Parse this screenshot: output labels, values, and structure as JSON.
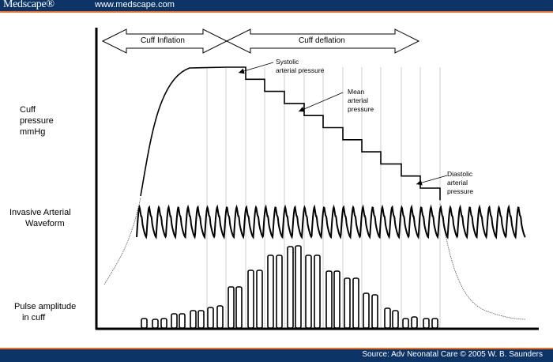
{
  "header": {
    "logo": "Medscape®",
    "url": "www.medscape.com"
  },
  "footer": {
    "source": "Source: Adv Neonatal Care © 2005 W. B. Saunders"
  },
  "diagram": {
    "phase_arrows": [
      "Cuff Inflation",
      "Cuff deflation"
    ],
    "row_labels": {
      "cuff_pressure": [
        "Cuff",
        "pressure",
        "mmHg"
      ],
      "waveform": [
        "Invasive Arterial",
        "Waveform"
      ],
      "pulse": [
        "Pulse amplitude",
        "in cuff"
      ]
    },
    "annotations": {
      "systolic": [
        "Systolic",
        "arterial pressure"
      ],
      "mean": [
        "Mean",
        "arterial",
        "pressure"
      ],
      "diastolic": [
        "Diastolic",
        "arterial",
        "pressure"
      ]
    },
    "pulse_amplitudes": [
      12,
      11,
      12,
      18,
      18,
      22,
      22,
      26,
      28,
      52,
      52,
      73,
      73,
      92,
      92,
      103,
      104,
      92,
      92,
      72,
      72,
      63,
      63,
      44,
      42,
      25,
      22,
      12,
      14,
      12,
      12
    ],
    "pressure_steps": [
      100,
      93,
      86,
      79,
      72,
      65,
      58,
      51,
      44,
      37,
      30,
      23
    ],
    "colors": {
      "header": "#0d3466",
      "accent": "#f26a1b"
    }
  }
}
